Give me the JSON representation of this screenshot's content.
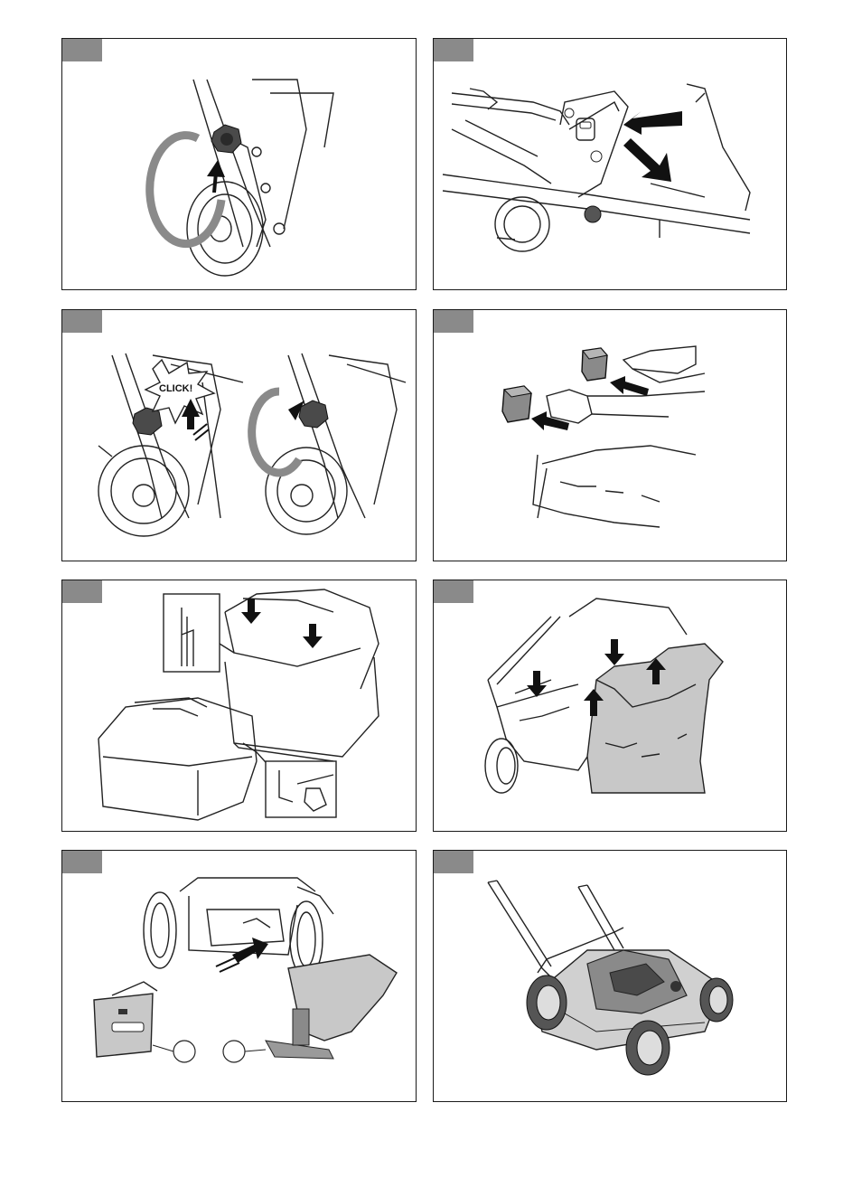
{
  "panels": [
    {
      "id": "fig1"
    },
    {
      "id": "fig2"
    },
    {
      "id": "fig3",
      "callout": "CLICK!"
    },
    {
      "id": "fig4"
    },
    {
      "id": "fig5"
    },
    {
      "id": "fig6"
    },
    {
      "id": "fig7"
    },
    {
      "id": "fig8"
    }
  ],
  "colors": {
    "border": "#1a1a1a",
    "tab": "#8a8a8a",
    "shade": "#c8c8c8",
    "arrow": "#111111"
  }
}
